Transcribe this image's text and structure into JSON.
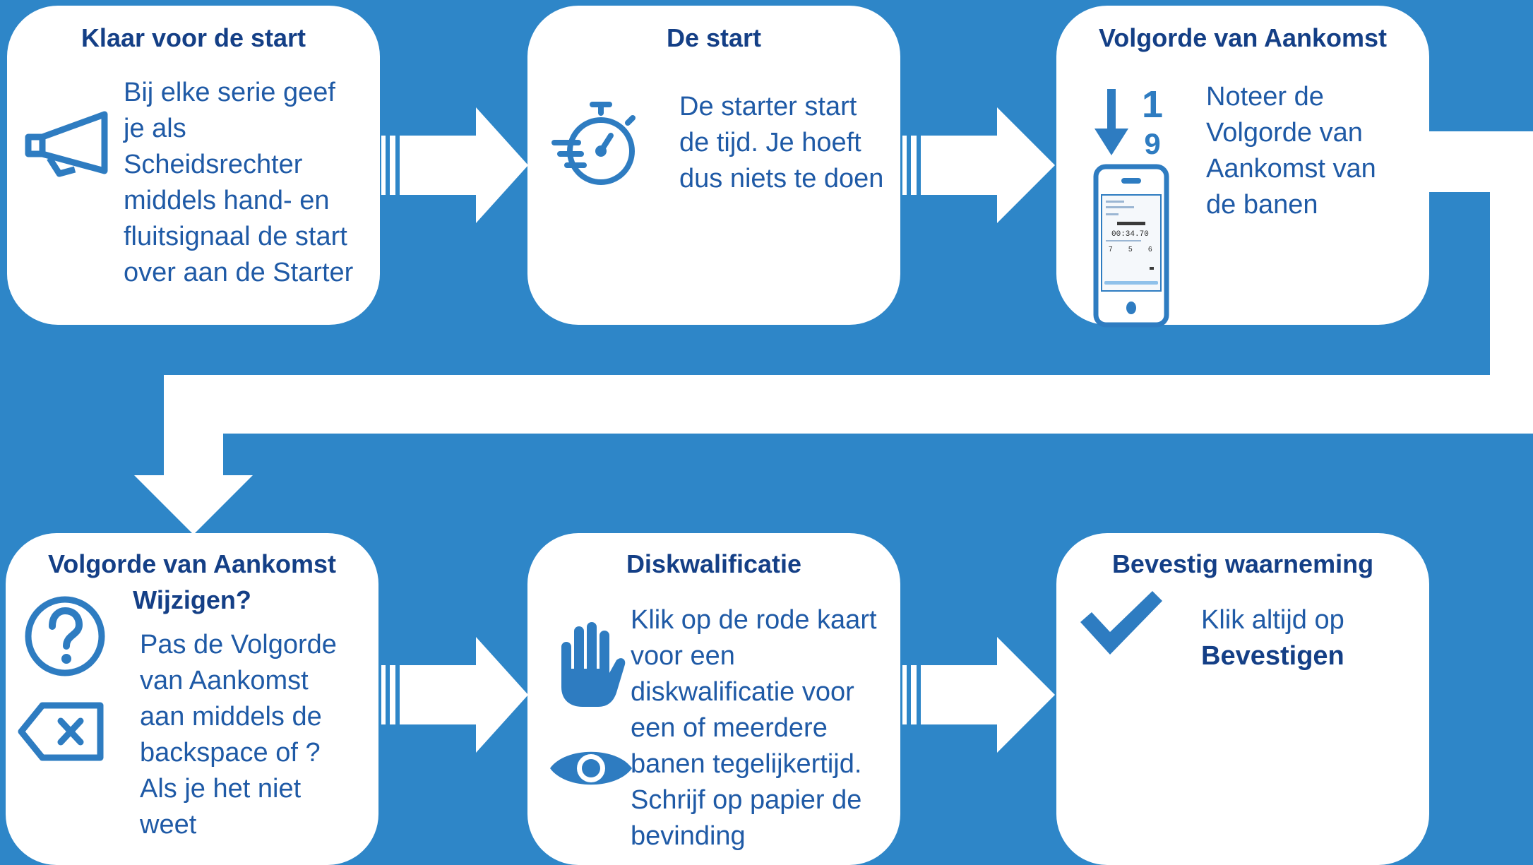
{
  "colors": {
    "background": "#2e86c8",
    "card": "#ffffff",
    "title": "#143f86",
    "text": "#1f5aa6",
    "icon": "#2e7cc1"
  },
  "steps": [
    {
      "title": "Klaar voor de start",
      "body": "Bij elke serie geef je als Scheidsrechter middels hand- en fluitsignaal de start over aan de Starter",
      "icons": [
        "megaphone-icon"
      ]
    },
    {
      "title": "De start",
      "body": "De starter start de tijd. Je hoeft dus niets te doen",
      "icons": [
        "stopwatch-icon"
      ]
    },
    {
      "title": "Volgorde van Aankomst",
      "body": "Noteer de Volgorde van Aankomst van de banen",
      "icons": [
        "sort-descending-icon",
        "phone-icon"
      ],
      "phone_screen": {
        "time": "00:34.70",
        "lanes": [
          "7",
          "5",
          "6"
        ]
      }
    },
    {
      "title_line1": "Volgorde van Aankomst",
      "title_line2": "Wijzigen?",
      "body": "Pas de Volgorde van Aankomst aan middels de backspace of ? Als je het niet weet",
      "icons": [
        "question-icon",
        "backspace-icon"
      ]
    },
    {
      "title": "Diskwalificatie",
      "body": "Klik op de rode kaart voor een diskwalificatie voor een of meerdere banen tegelijkertijd. Schrijf op papier de bevinding",
      "icons": [
        "hand-icon",
        "eye-icon"
      ]
    },
    {
      "title": "Bevestig waarneming",
      "body_prefix": "Klik altijd op",
      "body_bold": "Bevestigen",
      "icons": [
        "checkmark-icon"
      ]
    }
  ],
  "sort_icon_digits": {
    "top": "1",
    "bottom": "9"
  }
}
